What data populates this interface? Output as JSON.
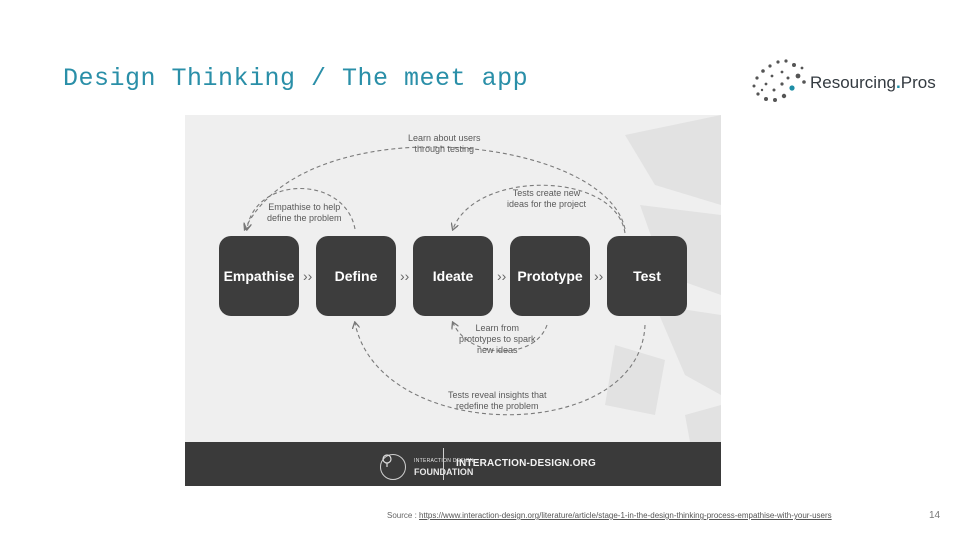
{
  "slide": {
    "title": "Design Thinking / The meet app",
    "page_number": "14"
  },
  "logo": {
    "name": "Resourcing",
    "dot": ".",
    "suffix": "Pros"
  },
  "diagram": {
    "stages": [
      "Empathise",
      "Define",
      "Ideate",
      "Prototype",
      "Test"
    ],
    "annotations": {
      "learn_users": [
        "Learn about users",
        "through testing"
      ],
      "empathise_help": [
        "Empathise to help",
        "define the problem"
      ],
      "tests_create": [
        "Tests create new",
        "ideas for the project"
      ],
      "learn_prototypes": [
        "Learn from",
        "prototypes to spark",
        "new ideas"
      ],
      "tests_reveal": [
        "Tests reveal insights that",
        "redefine the problem"
      ]
    },
    "footer": {
      "org_small": "INTERACTION DESIGN",
      "org_big": "FOUNDATION",
      "url": "INTERACTION-DESIGN.ORG"
    },
    "colors": {
      "stage_fill": "#3d3d3d",
      "background": "#efefef",
      "footer_bar": "#3a3a3a"
    }
  },
  "source": {
    "label": "Source :",
    "link": "https://www.interaction-design.org/literature/article/stage-1-in-the-design-thinking-process-empathise-with-your-users"
  }
}
